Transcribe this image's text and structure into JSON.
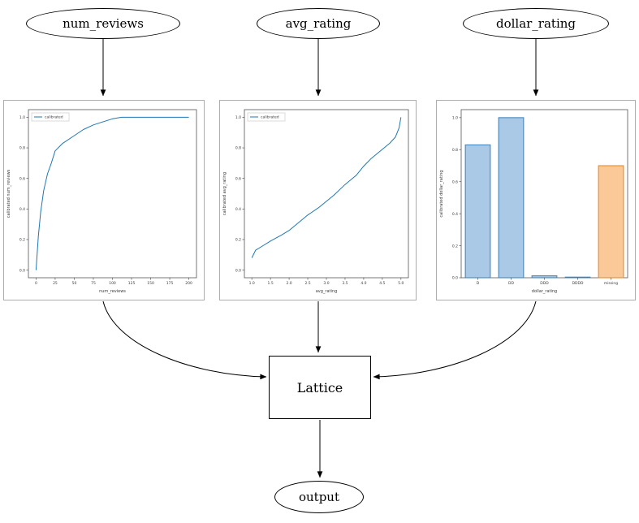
{
  "nodes": {
    "num_reviews": "num_reviews",
    "avg_rating": "avg_rating",
    "dollar_rating": "dollar_rating",
    "lattice": "Lattice",
    "output": "output"
  },
  "colors": {
    "line_blue": "#1f77b4",
    "bar_blue_fill": "#a9c9e6",
    "bar_blue_edge": "#3d7fb5",
    "bar_orange_fill": "#fbc998",
    "bar_orange_edge": "#e8821e",
    "edge_black": "#000000"
  },
  "chart_data": [
    {
      "type": "line",
      "title": "",
      "xlabel": "num_reviews",
      "ylabel": "calibrated num_reviews",
      "legend": "calibrated",
      "xlim": [
        -10,
        210
      ],
      "ylim": [
        -0.05,
        1.05
      ],
      "xticks": [
        {
          "v": 0,
          "l": "0"
        },
        {
          "v": 25,
          "l": "25"
        },
        {
          "v": 50,
          "l": "50"
        },
        {
          "v": 75,
          "l": "75"
        },
        {
          "v": 100,
          "l": "100"
        },
        {
          "v": 125,
          "l": "125"
        },
        {
          "v": 150,
          "l": "150"
        },
        {
          "v": 175,
          "l": "175"
        },
        {
          "v": 200,
          "l": "200"
        }
      ],
      "yticks": [
        {
          "v": 0.0,
          "l": "0.0"
        },
        {
          "v": 0.2,
          "l": "0.2"
        },
        {
          "v": 0.4,
          "l": "0.4"
        },
        {
          "v": 0.6,
          "l": "0.6"
        },
        {
          "v": 0.8,
          "l": "0.8"
        },
        {
          "v": 1.0,
          "l": "1.0"
        }
      ],
      "series": [
        {
          "name": "calibrated",
          "color": "#1f77b4",
          "x": [
            0,
            3,
            6,
            10,
            15,
            20,
            25,
            35,
            50,
            62,
            75,
            100,
            112,
            125,
            150,
            175,
            200
          ],
          "y": [
            0.0,
            0.22,
            0.38,
            0.52,
            0.63,
            0.7,
            0.78,
            0.83,
            0.88,
            0.92,
            0.95,
            0.99,
            1.0,
            1.0,
            1.0,
            1.0,
            1.0
          ]
        }
      ]
    },
    {
      "type": "line",
      "title": "",
      "xlabel": "avg_rating",
      "ylabel": "calibrated avg_rating",
      "legend": "calibrated",
      "xlim": [
        0.8,
        5.2
      ],
      "ylim": [
        -0.05,
        1.05
      ],
      "xticks": [
        {
          "v": 1.0,
          "l": "1.0"
        },
        {
          "v": 1.5,
          "l": "1.5"
        },
        {
          "v": 2.0,
          "l": "2.0"
        },
        {
          "v": 2.5,
          "l": "2.5"
        },
        {
          "v": 3.0,
          "l": "3.0"
        },
        {
          "v": 3.5,
          "l": "3.5"
        },
        {
          "v": 4.0,
          "l": "4.0"
        },
        {
          "v": 4.5,
          "l": "4.5"
        },
        {
          "v": 5.0,
          "l": "5.0"
        }
      ],
      "yticks": [
        {
          "v": 0.0,
          "l": "0.0"
        },
        {
          "v": 0.2,
          "l": "0.2"
        },
        {
          "v": 0.4,
          "l": "0.4"
        },
        {
          "v": 0.6,
          "l": "0.6"
        },
        {
          "v": 0.8,
          "l": "0.8"
        },
        {
          "v": 1.0,
          "l": "1.0"
        }
      ],
      "series": [
        {
          "name": "calibrated",
          "color": "#1f77b4",
          "x": [
            1.0,
            1.1,
            1.3,
            1.5,
            1.8,
            2.0,
            2.2,
            2.5,
            2.8,
            3.0,
            3.2,
            3.5,
            3.8,
            4.0,
            4.2,
            4.5,
            4.7,
            4.85,
            4.95,
            5.0
          ],
          "y": [
            0.08,
            0.13,
            0.16,
            0.19,
            0.23,
            0.26,
            0.3,
            0.36,
            0.41,
            0.45,
            0.49,
            0.56,
            0.62,
            0.68,
            0.73,
            0.79,
            0.83,
            0.87,
            0.93,
            1.0
          ]
        }
      ]
    },
    {
      "type": "bar",
      "title": "",
      "xlabel": "dollar_rating",
      "ylabel": "calibrated dollar_rating",
      "ylim": [
        0,
        1.05
      ],
      "yticks": [
        {
          "v": 0.0,
          "l": "0.0"
        },
        {
          "v": 0.2,
          "l": "0.2"
        },
        {
          "v": 0.4,
          "l": "0.4"
        },
        {
          "v": 0.6,
          "l": "0.6"
        },
        {
          "v": 0.8,
          "l": "0.8"
        },
        {
          "v": 1.0,
          "l": "1.0"
        }
      ],
      "bars": [
        {
          "label": "D",
          "value": 0.83,
          "fill": "#a9c9e6",
          "edge": "#3d7fb5"
        },
        {
          "label": "DD",
          "value": 1.0,
          "fill": "#a9c9e6",
          "edge": "#3d7fb5"
        },
        {
          "label": "DDD",
          "value": 0.012,
          "fill": "#a9c9e6",
          "edge": "#3d7fb5"
        },
        {
          "label": "DDDD",
          "value": 0.004,
          "fill": "#a9c9e6",
          "edge": "#3d7fb5"
        },
        {
          "label": "missing",
          "value": 0.7,
          "fill": "#fbc998",
          "edge": "#e8821e"
        }
      ]
    }
  ]
}
